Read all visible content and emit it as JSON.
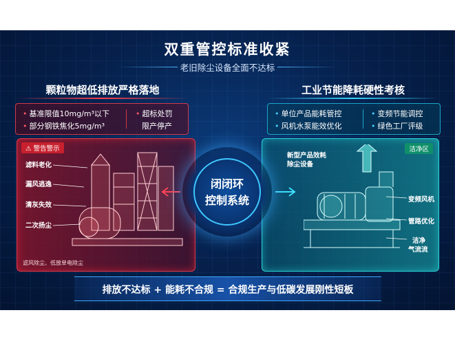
{
  "header": {
    "title": "双重管控标准收紧",
    "subtitle": "老旧除尘设备全面不达标"
  },
  "left": {
    "heading": "颗粒物超低排放严格落地",
    "bullets": [
      "基准限值10mg/m³以下",
      "部分钢铁焦化5mg/m³"
    ],
    "bullets2": [
      "超标处罚",
      "限产停产"
    ],
    "tag": "警告警示",
    "labels": [
      "滤料老化",
      "漏风逃逸",
      "清灰失效",
      "二次扬尘"
    ],
    "footnote": "滤风除尘、低放单电除尘",
    "accent": "#e23a4a"
  },
  "right": {
    "heading": "工业节能降耗硬性考核",
    "bullets": [
      "单位产品能耗管控",
      "风机水泵能效优化"
    ],
    "bullets2": [
      "变频节能调控",
      "绿色工厂评级"
    ],
    "tag": "洁净区",
    "label_equipment": "新型产品效耗\n除尘设备",
    "labels": [
      "变频风机",
      "管路优化",
      "洁净",
      "气流流"
    ],
    "accent": "#2ad6d6"
  },
  "center": {
    "line1": "闭闭环",
    "line2": "控制系统"
  },
  "bottom": {
    "text": "排放不达标 + 能耗不合规 = 合规生产与低碳发展刚性短板"
  }
}
